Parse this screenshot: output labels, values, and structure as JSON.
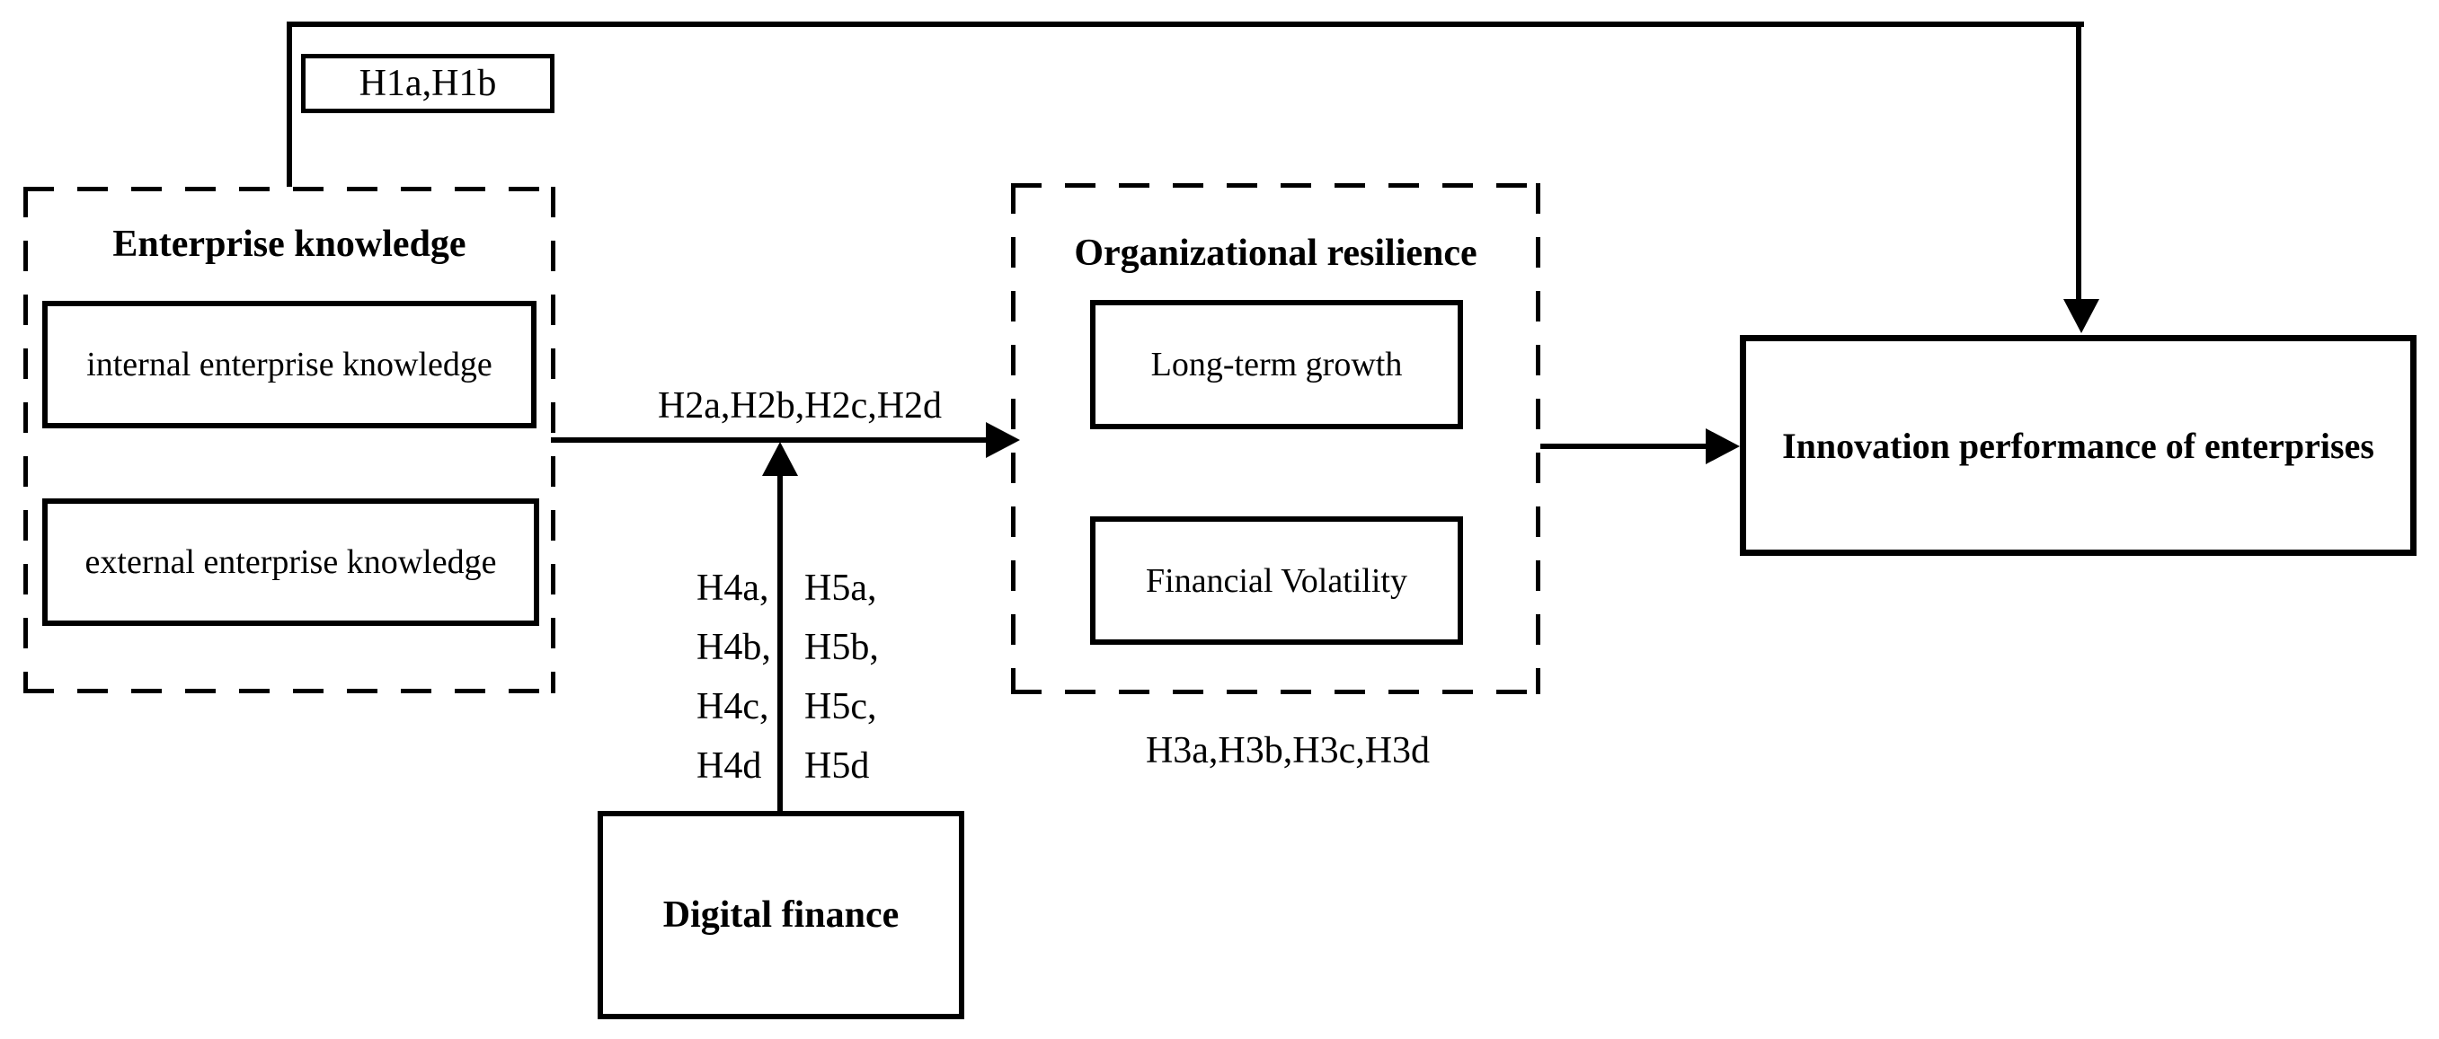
{
  "diagram": {
    "background": "#ffffff",
    "line_color": "#000000",
    "hypotheses": {
      "h1": "H1a,H1b",
      "h2": "H2a,H2b,H2c,H2d",
      "h3": "H3a,H3b,H3c,H3d",
      "h4": [
        "H4a,",
        "H4b,",
        "H4c,",
        "H4d"
      ],
      "h5": [
        "H5a,",
        "H5b,",
        "H5c,",
        "H5d"
      ]
    },
    "nodes": {
      "enterprise_knowledge": {
        "title": "Enterprise knowledge",
        "items": [
          "internal enterprise knowledge",
          "external enterprise knowledge"
        ]
      },
      "organizational_resilience": {
        "title": "Organizational resilience",
        "items": [
          "Long-term growth",
          "Financial Volatility"
        ]
      },
      "digital_finance": {
        "title": "Digital finance"
      },
      "innovation_performance": {
        "title": "Innovation performance of enterprises"
      }
    }
  }
}
